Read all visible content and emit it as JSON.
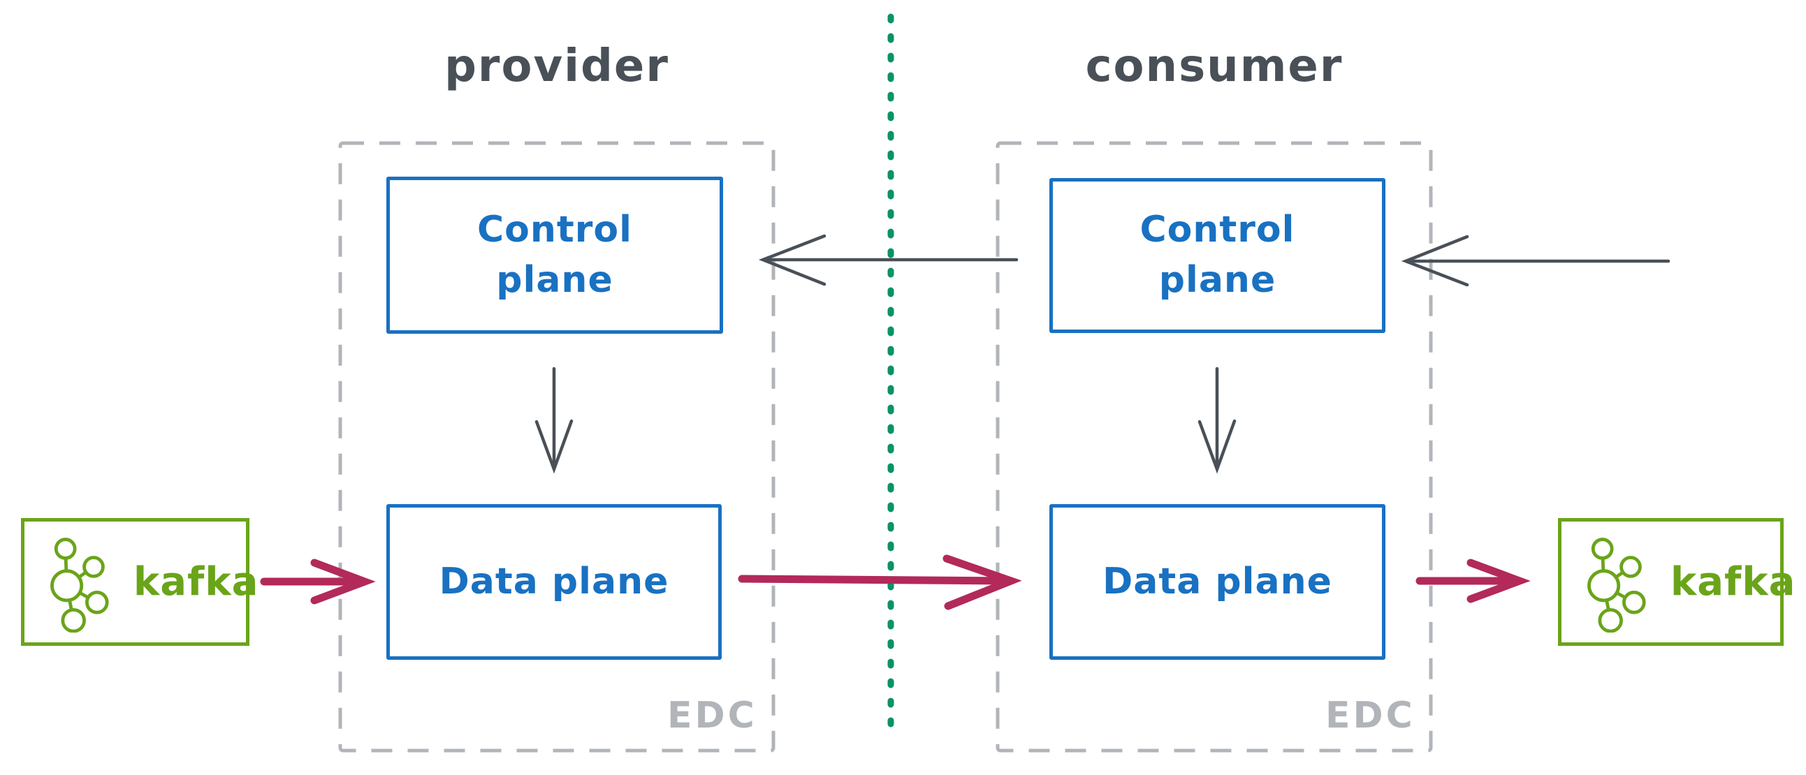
{
  "titles": {
    "provider": "provider",
    "consumer": "consumer"
  },
  "provider": {
    "control_plane_label": "Control plane",
    "data_plane_label": "Data plane",
    "edc_label": "EDC"
  },
  "consumer": {
    "control_plane_label": "Control plane",
    "data_plane_label": "Data plane",
    "edc_label": "EDC"
  },
  "kafka_left": {
    "label": "kafka"
  },
  "kafka_right": {
    "label": "kafka"
  },
  "icons": {
    "kafka_logo": "kafka-logo-icon",
    "separator": "dotted-trust-boundary-line"
  },
  "colors": {
    "blue": "#1971c2",
    "green": "#6aa41a",
    "teal_green": "#099268",
    "crimson": "#b2295a",
    "dark_gray": "#495057",
    "light_gray": "#b1b5ba"
  }
}
